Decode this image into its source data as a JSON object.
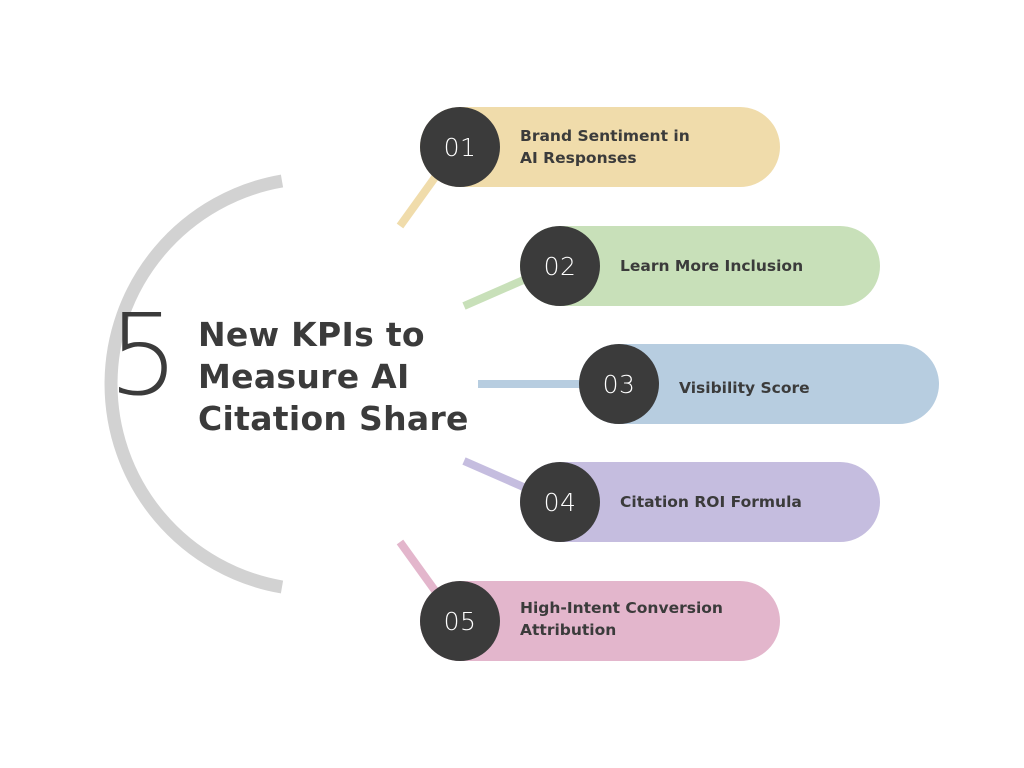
{
  "title": {
    "number": "5",
    "line1": "New KPIs to",
    "line2": "Measure AI",
    "line3": "Citation Share"
  },
  "kpis": [
    {
      "id": "01",
      "line1": "Brand Sentiment in",
      "line2": "AI Responses",
      "color": "#f0dcab"
    },
    {
      "id": "02",
      "line1": "Learn More Inclusion",
      "line2": "",
      "color": "#c8e0b9"
    },
    {
      "id": "03",
      "line1": "Visibility Score",
      "line2": "",
      "color": "#b7cde0"
    },
    {
      "id": "04",
      "line1": "Citation ROI Formula",
      "line2": "",
      "color": "#c5bddf"
    },
    {
      "id": "05",
      "line1": "High-Intent Conversion",
      "line2": "Attribution",
      "color": "#e3b6cc"
    }
  ],
  "colors": {
    "arc": "#d2d2d2",
    "circle": "#3b3b3b",
    "text": "#3b3b3b"
  }
}
